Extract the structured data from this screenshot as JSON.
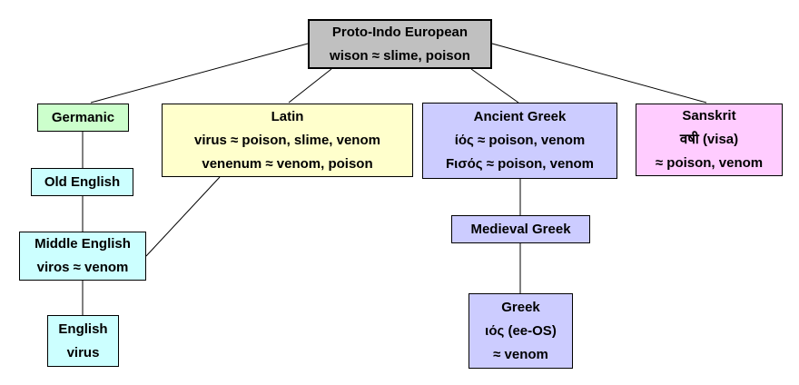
{
  "nodes": {
    "pie": {
      "bg": "#c0c0c0",
      "lines": [
        "Proto-Indo European",
        "wison ≈ slime, poison"
      ]
    },
    "germanic": {
      "bg": "#ccffcc",
      "lines": [
        "Germanic"
      ]
    },
    "old_english": {
      "bg": "#ccffff",
      "lines": [
        "Old English"
      ]
    },
    "middle_english": {
      "bg": "#ccffff",
      "lines": [
        "Middle English",
        "viros ≈ venom"
      ]
    },
    "english": {
      "bg": "#ccffff",
      "lines": [
        "English",
        "virus"
      ]
    },
    "latin": {
      "bg": "#ffffcc",
      "lines": [
        "Latin",
        "virus ≈ poison, slime, venom",
        "venenum ≈ venom, poison"
      ]
    },
    "ancient_greek": {
      "bg": "#ccccff",
      "lines": [
        "Ancient Greek",
        "ίός ≈ poison, venom",
        "Ϝισός ≈ poison, venom"
      ]
    },
    "medieval_greek": {
      "bg": "#ccccff",
      "lines": [
        "Medieval Greek"
      ]
    },
    "greek": {
      "bg": "#ccccff",
      "lines": [
        "Greek",
        "ιός (ee-OS)",
        "≈ venom"
      ]
    },
    "sanskrit": {
      "bg": "#ffccff",
      "lines": [
        "Sanskrit",
        "वषी (visa)",
        "≈ poison, venom"
      ]
    }
  },
  "edges": [
    {
      "from": "pie",
      "to": "germanic"
    },
    {
      "from": "pie",
      "to": "latin"
    },
    {
      "from": "pie",
      "to": "ancient_greek"
    },
    {
      "from": "pie",
      "to": "sanskrit"
    },
    {
      "from": "germanic",
      "to": "old_english"
    },
    {
      "from": "old_english",
      "to": "middle_english"
    },
    {
      "from": "middle_english",
      "to": "english"
    },
    {
      "from": "latin",
      "to": "middle_english"
    },
    {
      "from": "ancient_greek",
      "to": "medieval_greek"
    },
    {
      "from": "medieval_greek",
      "to": "greek"
    }
  ],
  "colors": {
    "background": "#ffffff",
    "border": "#000000",
    "connector": "#000000",
    "text": "#000000"
  }
}
